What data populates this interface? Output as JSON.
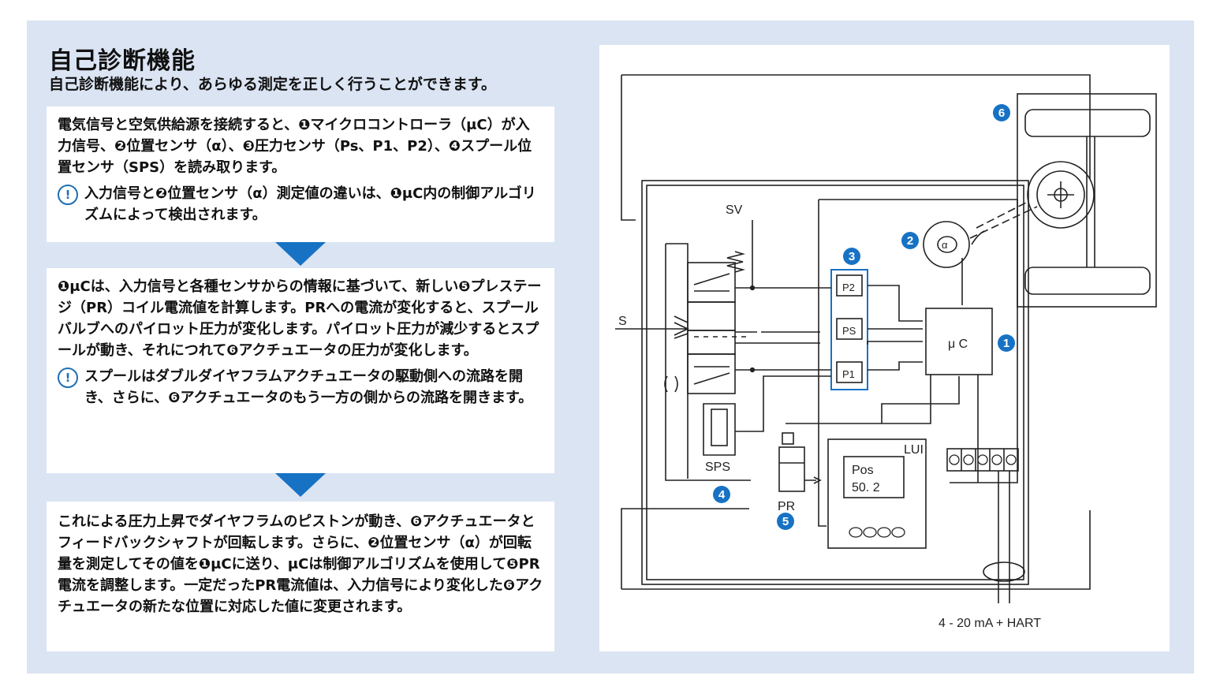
{
  "title": "自己診断機能",
  "subtitle": "自己診断機能により、あらゆる測定を正しく行うことができます。",
  "cards": [
    {
      "text": "電気信号と空気供給源を接続すると、❶マイクロコントローラ（μC）が入力信号、❷位置センサ（α）、❸圧力センサ（Ps、P1、P2）、❹スプール位置センサ（SPS）を読み取ります。",
      "note": "入力信号と❷位置センサ（α）測定値の違いは、❶μC内の制御アルゴリズムによって検出されます。"
    },
    {
      "text": "❶μCは、入力信号と各種センサからの情報に基づいて、新しい❺プレステージ（PR）コイル電流値を計算します。PRへの電流が変化すると、スプールバルブへのパイロット圧力が変化します。パイロット圧力が減少するとスプールが動き、それにつれて❻アクチュエータの圧力が変化します。",
      "note": "スプールはダブルダイヤフラムアクチュエータの駆動側への流路を開き、さらに、❻アクチュエータのもう一方の側からの流路を開きます。"
    },
    {
      "text": "これによる圧力上昇でダイヤフラムのピストンが動き、❻アクチュエータとフィードバックシャフトが回転します。さらに、❷位置センサ（α）が回転量を測定してその値を❶μCに送り、μCは制御アルゴリズムを使用して❺PR電流を調整します。一定だったPR電流値は、入力信号により変化した❻アクチュエータの新たな位置に対応した値に変更されます。"
    }
  ],
  "diagram": {
    "labels": {
      "sv": "SV",
      "s": "S",
      "sps": "SPS",
      "pr": "PR",
      "lui": "LUI",
      "uc": "μ C",
      "p2": "P2",
      "ps": "PS",
      "p1": "P1",
      "alpha": "α",
      "pos": "Pos",
      "pos_value": "50. 2",
      "signal": "4 - 20 mA + HART"
    },
    "badges": [
      "1",
      "2",
      "3",
      "4",
      "5",
      "6"
    ]
  },
  "colors": {
    "accent": "#1772c4",
    "panel": "#dbe4f3",
    "text": "#111111",
    "badge": "#1772c4"
  }
}
